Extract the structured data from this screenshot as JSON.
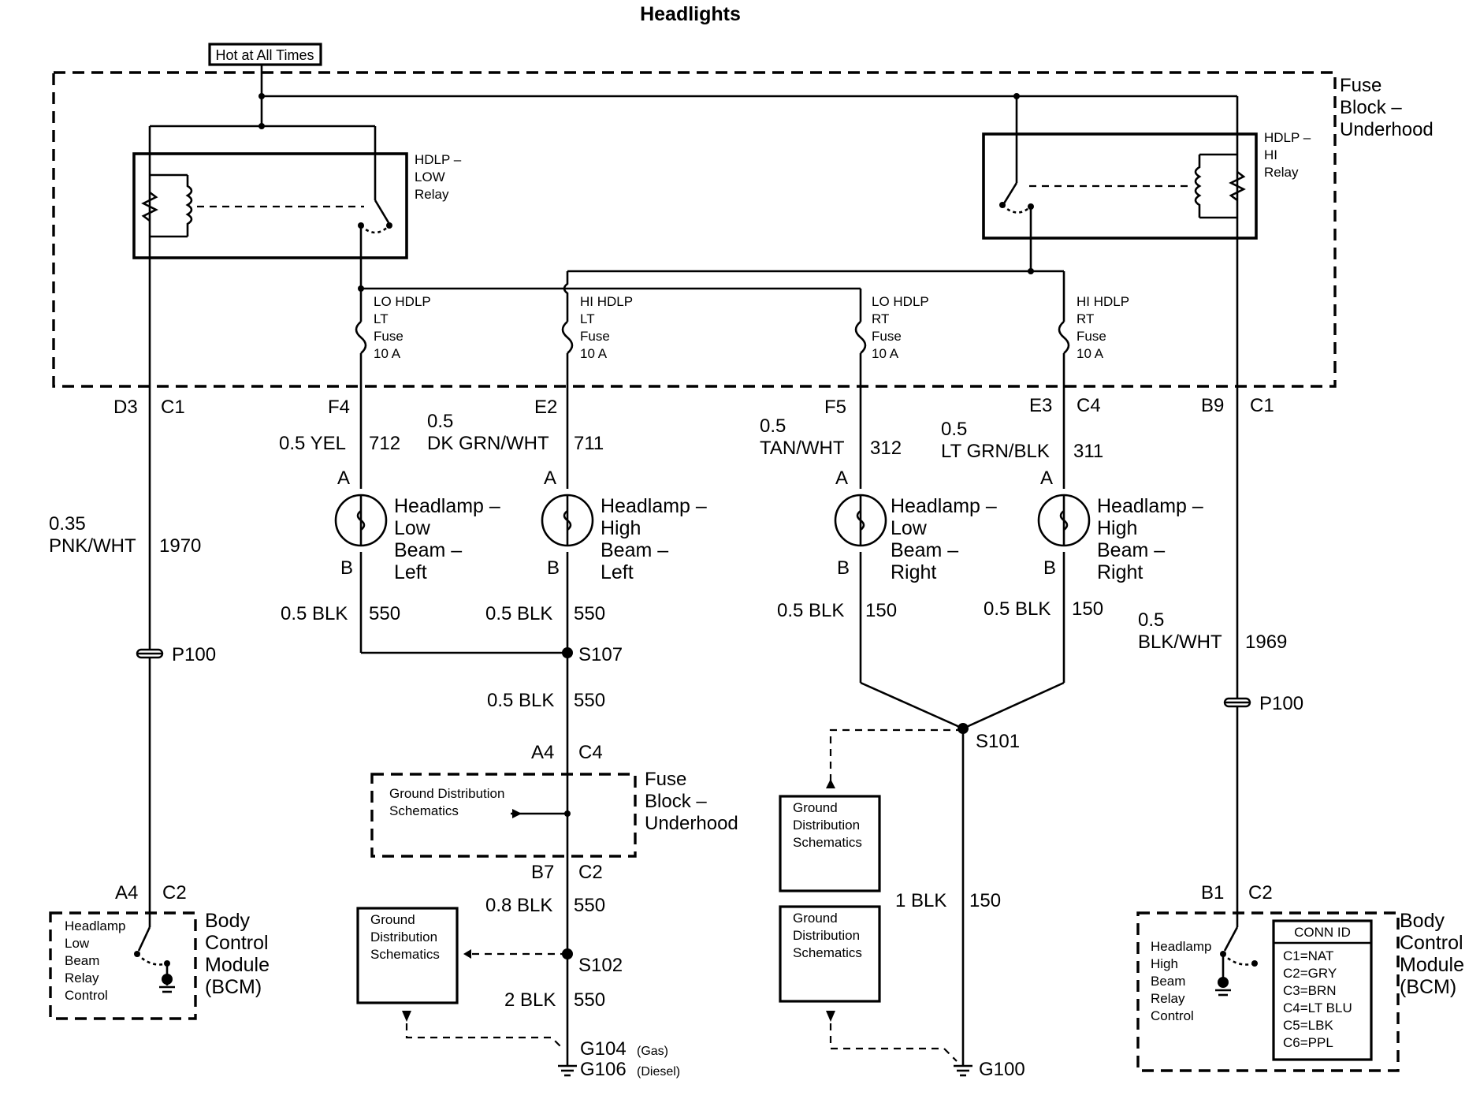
{
  "title": "Headlights",
  "hot_label": "Hot at All Times",
  "fuse_block": {
    "line1": "Fuse",
    "line2": "Block –",
    "line3": "Underhood"
  },
  "relay_low": {
    "line1": "HDLP –",
    "line2": "LOW",
    "line3": "Relay"
  },
  "relay_hi": {
    "line1": "HDLP –",
    "line2": "HI",
    "line3": "Relay"
  },
  "fuses": [
    {
      "l1": "LO HDLP",
      "l2": "LT",
      "l3": "Fuse",
      "l4": "10 A"
    },
    {
      "l1": "HI HDLP",
      "l2": "LT",
      "l3": "Fuse",
      "l4": "10 A"
    },
    {
      "l1": "LO HDLP",
      "l2": "RT",
      "l3": "Fuse",
      "l4": "10 A"
    },
    {
      "l1": "HI HDLP",
      "l2": "RT",
      "l3": "Fuse",
      "l4": "10 A"
    }
  ],
  "connectors": {
    "d3": "D3",
    "c1a": "C1",
    "f4": "F4",
    "e2": "E2",
    "f5": "F5",
    "e3": "E3",
    "c4a": "C4",
    "b9": "B9",
    "c1b": "C1",
    "a4": "A4",
    "c4b": "C4",
    "b7": "B7",
    "c2a": "C2",
    "a4b": "A4",
    "c2b": "C2",
    "b1": "B1",
    "c2c": "C2"
  },
  "wires": {
    "w1970_size": "0.35",
    "w1970_color": "PNK/WHT",
    "w1970_num": "1970",
    "w712_label": "0.5 YEL",
    "w712_num": "712",
    "w711_size": "0.5",
    "w711_color": "DK GRN/WHT",
    "w711_num": "711",
    "w312_size": "0.5",
    "w312_color": "TAN/WHT",
    "w312_num": "312",
    "w311_size": "0.5",
    "w311_color": "LT GRN/BLK",
    "w311_num": "311",
    "w550a_label": "0.5 BLK",
    "w550a_num": "550",
    "w550b_label": "0.5 BLK",
    "w550b_num": "550",
    "w150a_label": "0.5 BLK",
    "w150a_num": "150",
    "w150b_label": "0.5 BLK",
    "w150b_num": "150",
    "w550c_label": "0.5 BLK",
    "w550c_num": "550",
    "w550d_label": "0.8 BLK",
    "w550d_num": "550",
    "w550e_label": "2 BLK",
    "w550e_num": "550",
    "w150c_label": "1 BLK",
    "w150c_num": "150",
    "w1969_size": "0.5",
    "w1969_color": "BLK/WHT",
    "w1969_num": "1969"
  },
  "pins": {
    "a": "A",
    "b": "B"
  },
  "lamps": [
    {
      "l1": "Headlamp –",
      "l2": "Low",
      "l3": "Beam –",
      "l4": "Left"
    },
    {
      "l1": "Headlamp –",
      "l2": "High",
      "l3": "Beam –",
      "l4": "Left"
    },
    {
      "l1": "Headlamp –",
      "l2": "Low",
      "l3": "Beam –",
      "l4": "Right"
    },
    {
      "l1": "Headlamp –",
      "l2": "High",
      "l3": "Beam –",
      "l4": "Right"
    }
  ],
  "splices": {
    "s107": "S107",
    "s101": "S101",
    "s102": "S102",
    "p100a": "P100",
    "p100b": "P100"
  },
  "grounds": {
    "g104": "G104",
    "g104_note": "(Gas)",
    "g106": "G106",
    "g106_note": "(Diesel)",
    "g100": "G100"
  },
  "ground_dist": {
    "inline": [
      "Ground Distribution",
      "Schematics"
    ],
    "box": [
      "Ground",
      "Distribution",
      "Schematics"
    ]
  },
  "bcm": {
    "l1": "Body",
    "l2": "Control",
    "l3": "Module",
    "l4": "(BCM)"
  },
  "bcm_low": [
    "Headlamp",
    "Low",
    "Beam",
    "Relay",
    "Control"
  ],
  "bcm_high": [
    "Headlamp",
    "High",
    "Beam",
    "Relay",
    "Control"
  ],
  "conn_id": {
    "title": "CONN ID",
    "items": [
      "C1=NAT",
      "C2=GRY",
      "C3=BRN",
      "C4=LT BLU",
      "C5=LBK",
      "C6=PPL"
    ]
  }
}
